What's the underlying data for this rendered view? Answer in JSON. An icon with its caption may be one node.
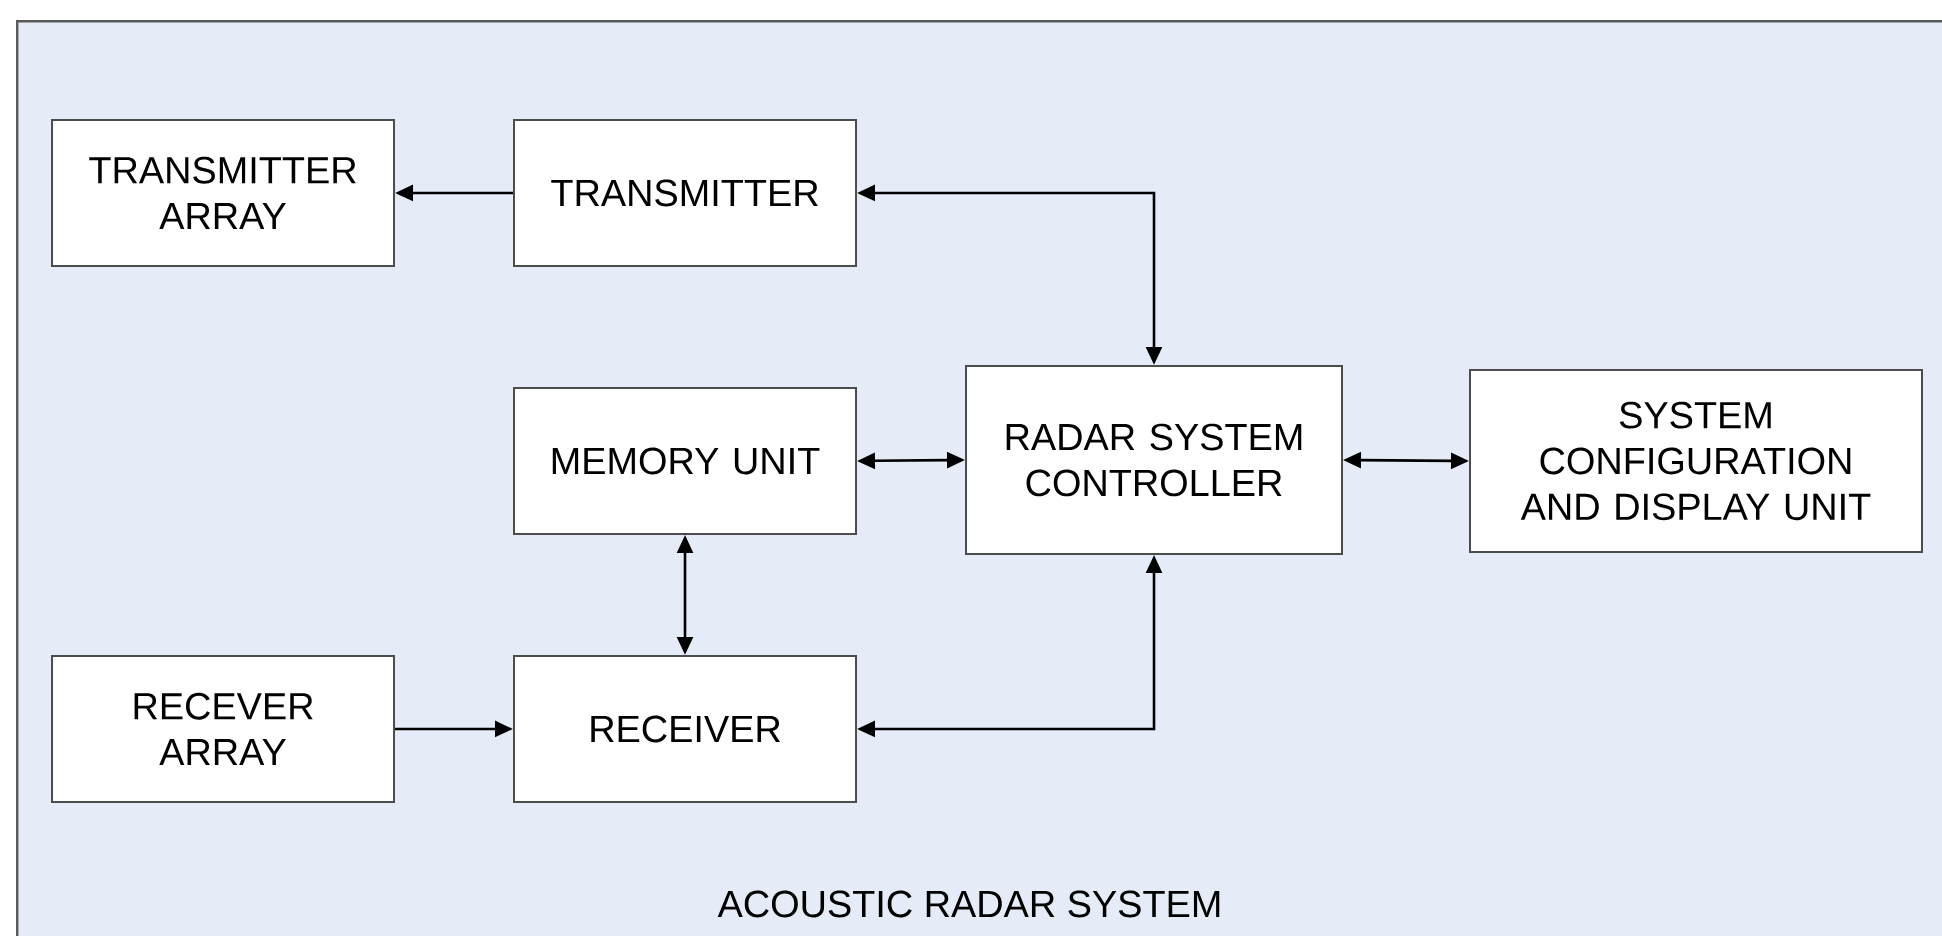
{
  "diagram": {
    "nodes": [
      {
        "text": [
          "ACOUSTIC RADAR SYSTEM"
        ]
      },
      {
        "text": [
          "TRANSMITTER ARRAY"
        ],
        "in": 0
      },
      {
        "text": [
          "TRANSMITTER"
        ],
        "in": 0
      },
      {
        "text": [
          "MEMORY UNIT"
        ],
        "in": 0
      },
      {
        "text": [
          "RADAR SYSTEM CONTROLLER"
        ],
        "in": 0
      },
      {
        "text": [
          "SYSTEM CONFIGURATION AND DISPLAY UNIT"
        ],
        "in": 0
      },
      {
        "text": [
          "RECEVER ARRAY"
        ],
        "in": 0
      },
      {
        "text": [
          "RECEIVER"
        ],
        "in": 0
      }
    ],
    "edges": [
      {
        "from": 2,
        "to": 1,
        "arrow": "to"
      },
      {
        "from": 2,
        "to": 4,
        "arrow": "both"
      },
      {
        "from": 3,
        "to": 4,
        "arrow": "both"
      },
      {
        "from": 4,
        "to": 5,
        "arrow": "both"
      },
      {
        "from": 3,
        "to": 7,
        "arrow": "both"
      },
      {
        "from": 6,
        "to": 7,
        "arrow": "to"
      },
      {
        "from": 7,
        "to": 4,
        "arrow": "both"
      }
    ]
  }
}
